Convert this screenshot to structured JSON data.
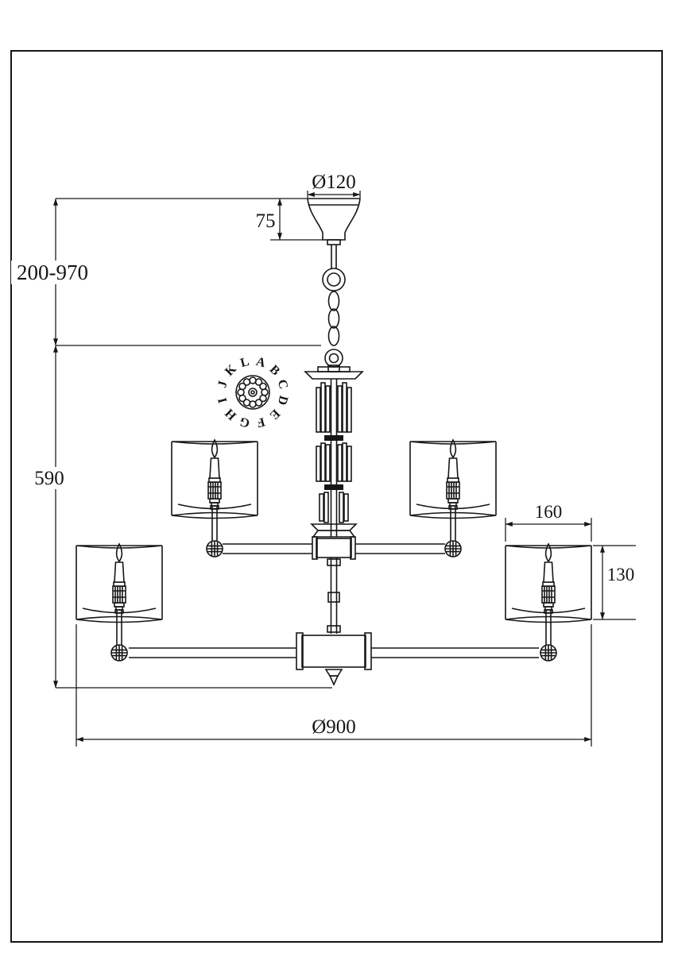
{
  "drawing": {
    "subject": "chandelier-technical-dimension-drawing",
    "ink_color": "#161616",
    "background_color": "#ffffff"
  },
  "dims": {
    "canopy_diameter": "Ø120",
    "canopy_height": "75",
    "suspension_height_range": "200-970",
    "body_height": "590",
    "shade_width": "160",
    "shade_height": "130",
    "overall_diameter": "Ø900"
  },
  "arm_detail": {
    "letters": [
      "A",
      "B",
      "C",
      "D",
      "E",
      "F",
      "G",
      "H",
      "I",
      "J",
      "K",
      "L"
    ]
  }
}
